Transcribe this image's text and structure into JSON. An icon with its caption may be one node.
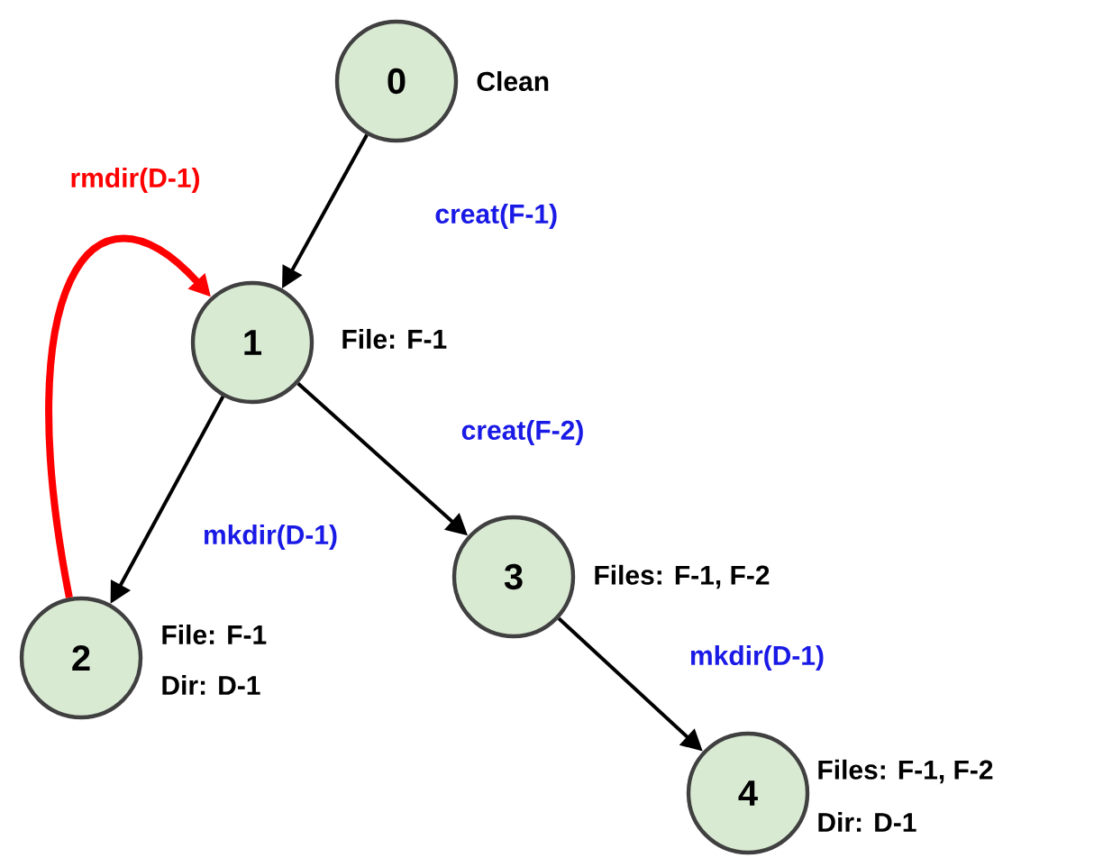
{
  "diagram": {
    "nodes": [
      {
        "text": [
          "0"
        ],
        "beside": [
          "Clean"
        ]
      },
      {
        "text": [
          "1"
        ],
        "beside": [
          "File: F-1"
        ]
      },
      {
        "text": [
          "2"
        ],
        "beside": [
          "File: F-1",
          "Dir: D-1"
        ]
      },
      {
        "text": [
          "3"
        ],
        "beside": [
          "Files: F-1, F-2"
        ]
      },
      {
        "text": [
          "4"
        ],
        "beside": [
          "Files: F-1, F-2",
          "Dir: D-1"
        ]
      }
    ],
    "edges": [
      {
        "from": 0,
        "to": 1,
        "arrow": "to",
        "label": "creat(F-1)"
      },
      {
        "from": 1,
        "to": 2,
        "arrow": "to",
        "label": "mkdir(D-1)"
      },
      {
        "from": 1,
        "to": 3,
        "arrow": "to",
        "label": "creat(F-2)"
      },
      {
        "from": 3,
        "to": 4,
        "arrow": "to",
        "label": "mkdir(D-1)"
      },
      {
        "from": 2,
        "to": 1,
        "arrow": "to",
        "label": "rmdir(D-1)",
        "style": "thick",
        "color": "#ff0000"
      }
    ]
  }
}
